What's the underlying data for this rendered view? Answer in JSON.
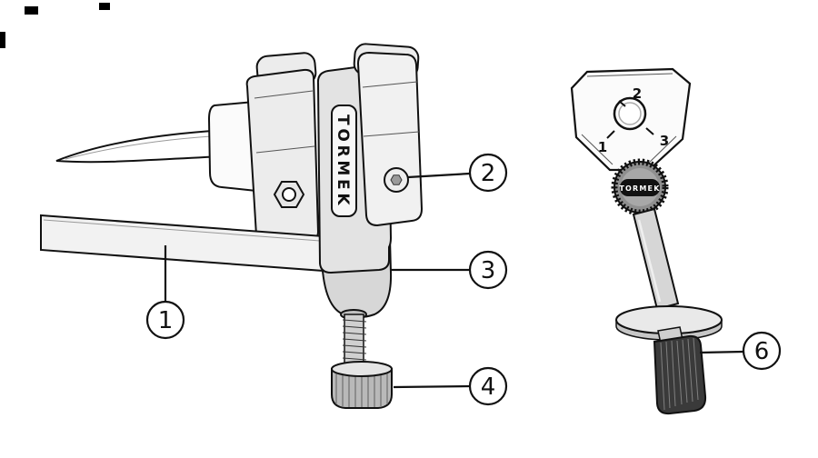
{
  "figure": {
    "callouts": [
      {
        "num": "1"
      },
      {
        "num": "2"
      },
      {
        "num": "3"
      },
      {
        "num": "4"
      },
      {
        "num": "6"
      }
    ],
    "brand": {
      "body_label": "TORMEK",
      "knob_label": "TORMEK"
    },
    "adjustment_markers": {
      "left": "1",
      "top": "2",
      "right": "3"
    },
    "colors": {
      "ink": "#111111",
      "background": "#ffffff",
      "fill_light": "#f2f2f2",
      "fill_mid": "#d7d7d7",
      "fill_dark": "#3a3a3a"
    }
  }
}
